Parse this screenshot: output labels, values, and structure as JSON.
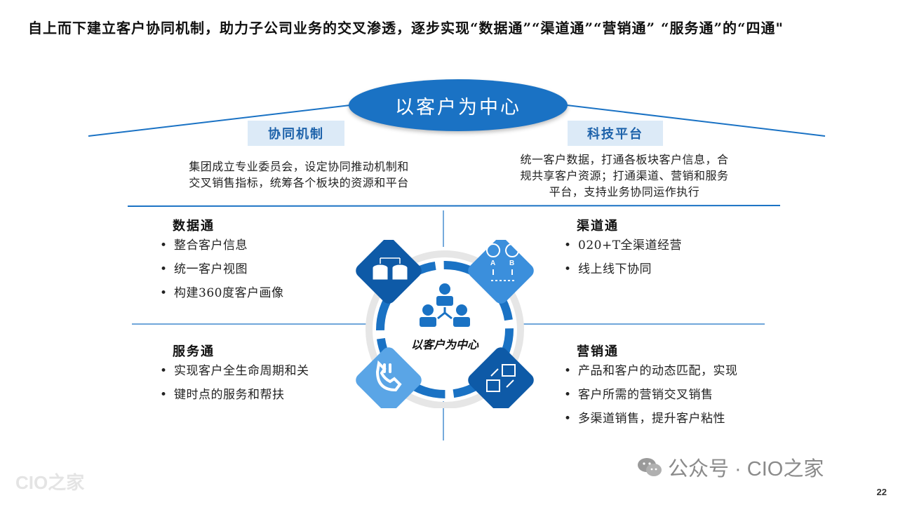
{
  "headline": "自上而下建立客户协同机制，助力子公司业务的交叉渗透，逐步实现“数据通”“渠道通”“营销通” “服务通”的“四通\"",
  "top": {
    "center_label": "以客户为中心",
    "left_tag": "协同机制",
    "right_tag": "科技平台",
    "left_desc": [
      "集团成立专业委员会，设定协同推动机制和",
      "交叉销售指标，统筹各个板块的资源和平台"
    ],
    "right_desc": [
      "统一客户数据，打通各板块客户信息，合",
      "规共享客户资源；打通渠道、营销和服务",
      "平台，支持业务协同运作执行"
    ]
  },
  "quadrants": {
    "data": {
      "title": "数据通",
      "items": [
        "整合客户信息",
        "统一客户视图",
        "构建360度客户画像"
      ]
    },
    "channel": {
      "title": "渠道通",
      "items": [
        "020+T全渠道经营",
        "线上线下协同"
      ]
    },
    "service": {
      "title": "服务通",
      "items": [
        "实现客户全生命周期和关",
        "键时点的服务和帮扶"
      ]
    },
    "marketing": {
      "title": "营销通",
      "items": [
        "产品和客户的动态匹配，实现",
        "客户所需的营销交叉销售",
        "多渠道销售，提升客户粘性"
      ]
    }
  },
  "hub_label": "以客户为中心",
  "watermark": {
    "text": "公众号 · CIO之家",
    "faint": "CIO之家"
  },
  "page_number": "22",
  "colors": {
    "primary": "#1a72c4",
    "dark": "#0e5aa7",
    "light": "#3b8fdc",
    "tag_bg": "#dceaf7"
  },
  "icons": [
    "database-sync-icon",
    "location-pins-icon",
    "phone-icon",
    "windows-swap-icon",
    "people-network-icon",
    "wechat-icon"
  ]
}
